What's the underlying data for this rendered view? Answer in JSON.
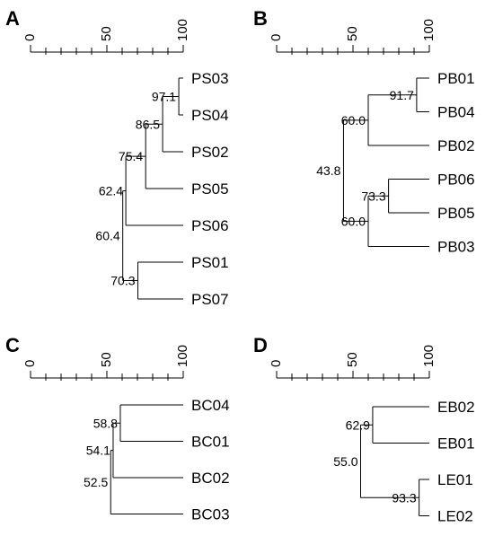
{
  "scale": {
    "min": 0,
    "max": 100,
    "ticks": [
      0,
      50,
      100
    ],
    "minor_step": 10
  },
  "panels": [
    {
      "id": "A",
      "leaves": [
        "PS03",
        "PS04",
        "PS02",
        "PS05",
        "PS06",
        "PS01",
        "PS07"
      ],
      "nodes": [
        {
          "label": "97.1",
          "similarity": 97.1,
          "children": [
            "PS03",
            "PS04"
          ]
        },
        {
          "label": "86.5",
          "similarity": 86.5,
          "children": [
            0,
            "PS02"
          ]
        },
        {
          "label": "75.4",
          "similarity": 75.4,
          "children": [
            1,
            "PS05"
          ]
        },
        {
          "label": "62.4",
          "similarity": 62.4,
          "children": [
            2,
            "PS06"
          ]
        },
        {
          "label": "70.3",
          "similarity": 70.3,
          "children": [
            "PS01",
            "PS07"
          ]
        },
        {
          "label": "60.4",
          "similarity": 60.4,
          "children": [
            3,
            4
          ]
        }
      ]
    },
    {
      "id": "B",
      "leaves": [
        "PB01",
        "PB04",
        "PB02",
        "PB06",
        "PB05",
        "PB03"
      ],
      "nodes": [
        {
          "label": "91.7",
          "similarity": 91.7,
          "children": [
            "PB01",
            "PB04"
          ]
        },
        {
          "label": "60.0",
          "similarity": 60.0,
          "children": [
            0,
            "PB02"
          ]
        },
        {
          "label": "73.3",
          "similarity": 73.3,
          "children": [
            "PB06",
            "PB05"
          ]
        },
        {
          "label": "60.0",
          "similarity": 60.0,
          "children": [
            2,
            "PB03"
          ]
        },
        {
          "label": "43.8",
          "similarity": 43.8,
          "children": [
            1,
            3
          ]
        }
      ]
    },
    {
      "id": "C",
      "leaves": [
        "BC04",
        "BC01",
        "BC02",
        "BC03"
      ],
      "nodes": [
        {
          "label": "58.8",
          "similarity": 58.8,
          "children": [
            "BC04",
            "BC01"
          ]
        },
        {
          "label": "54.1",
          "similarity": 54.1,
          "children": [
            0,
            "BC02"
          ]
        },
        {
          "label": "52.5",
          "similarity": 52.5,
          "children": [
            1,
            "BC03"
          ]
        }
      ]
    },
    {
      "id": "D",
      "leaves": [
        "EB02",
        "EB01",
        "LE01",
        "LE02"
      ],
      "nodes": [
        {
          "label": "62.9",
          "similarity": 62.9,
          "children": [
            "EB02",
            "EB01"
          ]
        },
        {
          "label": "93.3",
          "similarity": 93.3,
          "children": [
            "LE01",
            "LE02"
          ]
        },
        {
          "label": "55.0",
          "similarity": 55.0,
          "children": [
            0,
            1
          ]
        }
      ]
    }
  ]
}
